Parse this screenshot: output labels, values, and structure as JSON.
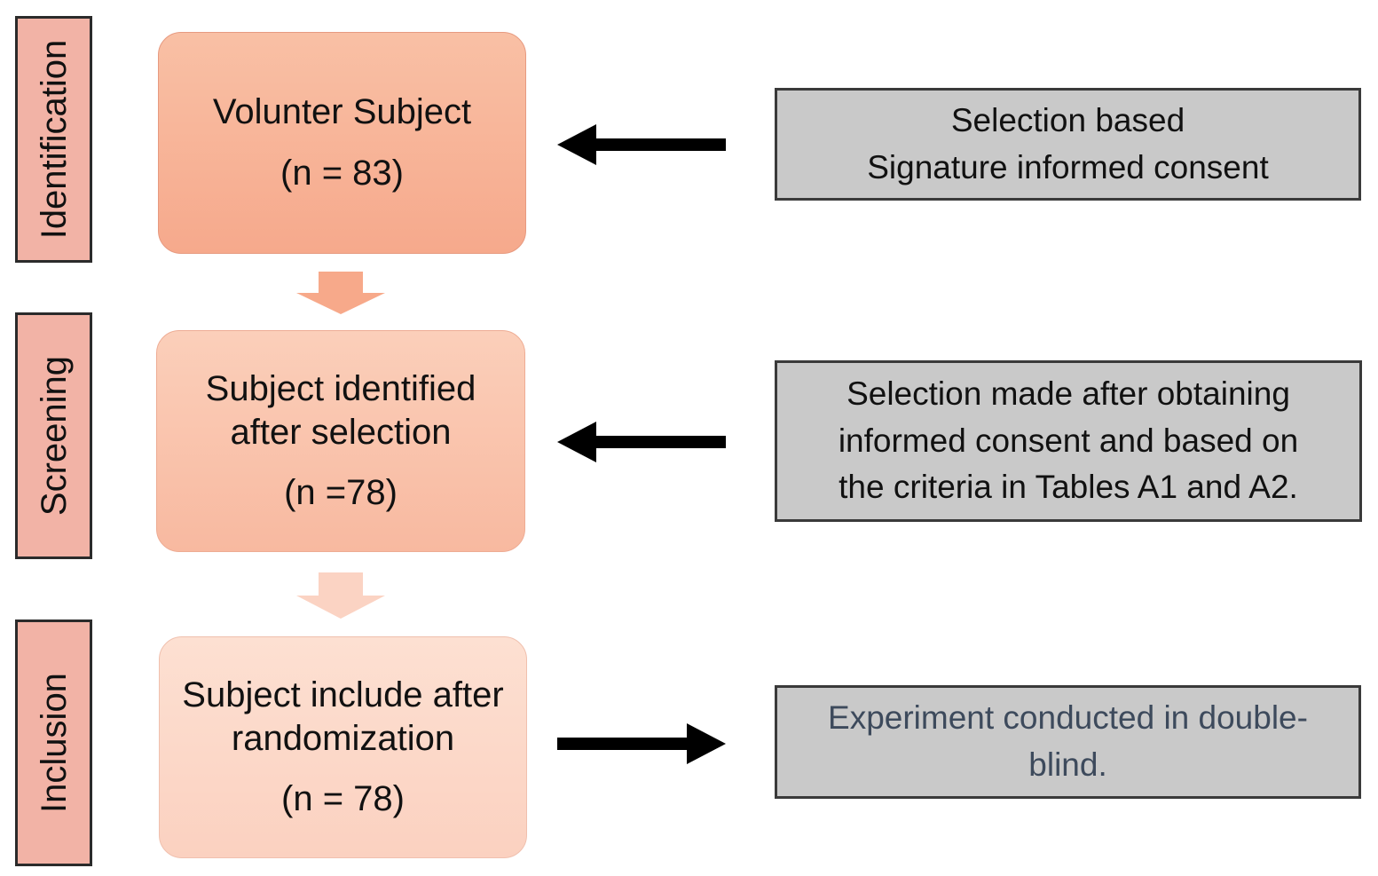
{
  "stages": [
    {
      "label": "Identification"
    },
    {
      "label": "Screening"
    },
    {
      "label": "Inclusion"
    }
  ],
  "steps": [
    {
      "title_lines": [
        "Volunter Subject"
      ],
      "count": "(n = 83)"
    },
    {
      "title_lines": [
        "Subject identified",
        "after selection"
      ],
      "count": "(n =78)"
    },
    {
      "title_lines": [
        "Subject include after",
        "randomization"
      ],
      "count": "(n = 78)"
    }
  ],
  "notes": [
    {
      "lines": [
        "Selection based",
        "Signature informed consent"
      ]
    },
    {
      "lines": [
        "Selection made after obtaining",
        "informed consent and based on",
        "the criteria in Tables A1 and A2."
      ]
    },
    {
      "lines": [
        "Experiment conducted in double-",
        "blind."
      ]
    }
  ],
  "colors": {
    "stage_fill": "#f2b3a6",
    "step_1_fill": "#f6a98c",
    "step_2_fill": "#f8b9a0",
    "step_3_fill": "#fbd1c0",
    "note_fill": "#c9c9c9",
    "arrow_black": "#000000",
    "arrow_down_1": "#f7a98a",
    "arrow_down_2": "#fbd3c3"
  },
  "arrows": [
    {
      "from": "notes.0",
      "to": "steps.0",
      "direction": "left"
    },
    {
      "from": "notes.1",
      "to": "steps.1",
      "direction": "left"
    },
    {
      "from": "steps.2",
      "to": "notes.2",
      "direction": "right"
    },
    {
      "from": "steps.0",
      "to": "steps.1",
      "direction": "down"
    },
    {
      "from": "steps.1",
      "to": "steps.2",
      "direction": "down"
    }
  ]
}
